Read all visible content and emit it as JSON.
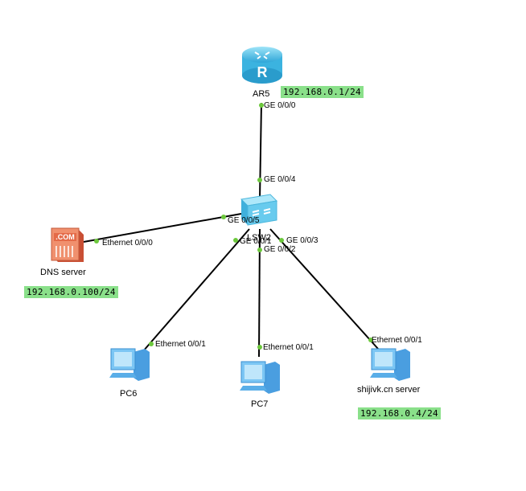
{
  "devices": {
    "router": {
      "name": "AR5",
      "ip": "192.168.0.1/24",
      "port": "GE 0/0/0"
    },
    "switch": {
      "name": "LSW2",
      "ports": {
        "p1": "GE 0/0/1",
        "p2": "GE 0/0/2",
        "p3": "GE 0/0/3",
        "p4": "GE 0/0/4",
        "p5": "GE 0/0/5"
      }
    },
    "dns": {
      "name": "DNS server",
      "ip": "192.168.0.100/24",
      "port": "Ethernet 0/0/0",
      "icon_text": ".COM"
    },
    "pc6": {
      "name": "PC6",
      "port": "Ethernet 0/0/1"
    },
    "pc7": {
      "name": "PC7",
      "port": "Ethernet 0/0/1"
    },
    "web": {
      "name": "shijivk.cn server",
      "ip": "192.168.0.4/24",
      "port": "Ethernet 0/0/1"
    }
  },
  "colors": {
    "ip_badge": "#8ae08a",
    "port_dot": "#6cc83c",
    "router": "#5cc8ea",
    "switch": "#6fd0ee",
    "dns": "#e8785a",
    "host": "#5ab0e8"
  }
}
